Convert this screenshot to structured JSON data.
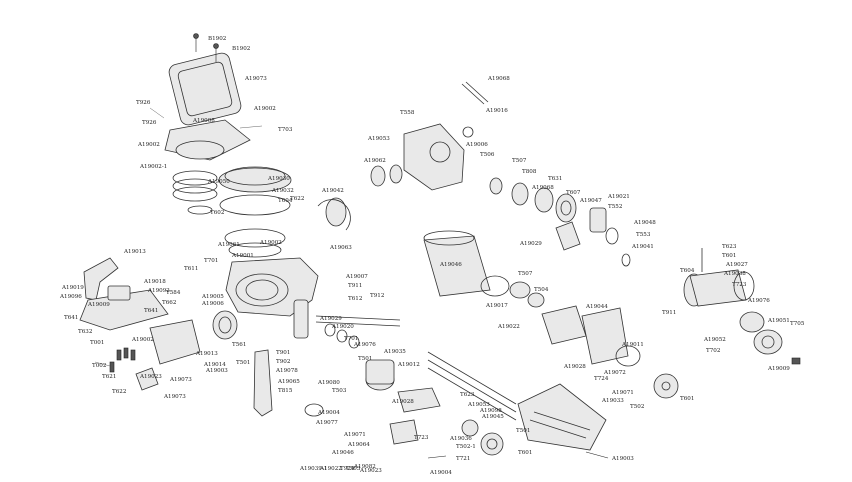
{
  "labels": [
    "B1902",
    "B1902",
    "A19073",
    "T926",
    "T926",
    "A19008",
    "A19002",
    "T703",
    "A19002",
    "A19002-1",
    "A19050",
    "A19030",
    "A19032",
    "T604",
    "T602",
    "T622",
    "A19002",
    "A19063",
    "A19061",
    "A19001",
    "T611",
    "T701",
    "A19005",
    "A19007",
    "T612",
    "T911",
    "T912",
    "A19013",
    "A19019",
    "A19018",
    "A19092",
    "A19096",
    "A19009",
    "T584",
    "T662",
    "A19006",
    "T641",
    "T641",
    "T632",
    "T001",
    "A19002",
    "T002",
    "T621",
    "A19023",
    "T622",
    "A19073",
    "A19073",
    "A19003",
    "A19014",
    "A19013",
    "T561",
    "T501",
    "A19029",
    "A19020",
    "T701",
    "T901",
    "T902",
    "A19078",
    "A19065",
    "T815",
    "A19080",
    "T503",
    "A19076",
    "T501",
    "A19035",
    "A19012",
    "A19028",
    "A19004",
    "A19077",
    "A19071",
    "A19064",
    "A19046",
    "A19082",
    "A19023",
    "A19068",
    "A19016",
    "T558",
    "A19053",
    "A19006",
    "A19062",
    "T506",
    "A19042",
    "T507",
    "T808",
    "T631",
    "A19068",
    "T607",
    "A19047",
    "A19021",
    "T552",
    "A19048",
    "T553",
    "A19041",
    "A19029",
    "A19046",
    "T507",
    "A19017",
    "T504",
    "A19022",
    "A19044",
    "A19028",
    "A19011",
    "T724",
    "A19072",
    "A19071",
    "A19033",
    "T502",
    "T601",
    "T623",
    "A19053",
    "A19098",
    "A19045",
    "T723",
    "A19036",
    "T502-1",
    "T721",
    "T601",
    "T501",
    "T503",
    "A19004",
    "A19003",
    "T623",
    "T601",
    "T604",
    "A19027",
    "A19038",
    "T723",
    "T911",
    "A19076",
    "A19051",
    "T705",
    "A19052",
    "T702",
    "A19009",
    "A19039-1",
    "A19022",
    "T924"
  ]
}
